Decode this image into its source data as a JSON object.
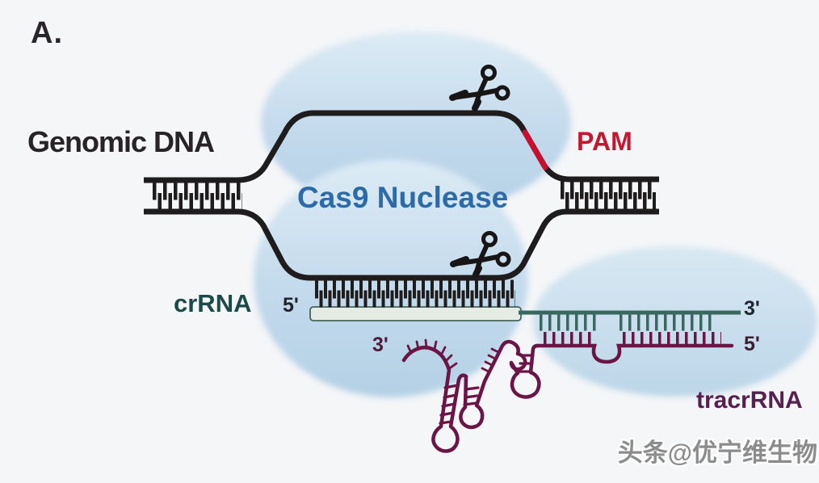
{
  "panel": {
    "label": "A."
  },
  "labels": {
    "genomic_dna": "Genomic DNA",
    "pam": "PAM",
    "cas9_nuclease": "Cas9 Nuclease",
    "crrna": "crRNA",
    "tracrrna": "tracrRNA"
  },
  "strand_ends": {
    "crrna_five_prime": "5'",
    "crrna_three_prime": "3'",
    "tracrrna_three_prime": "3'",
    "tracrrna_five_prime": "5'"
  },
  "watermark": "头条@优宁维生物",
  "icons": {
    "scissors_top": "scissors-icon",
    "scissors_bottom": "scissors-icon"
  },
  "colors": {
    "background": "#f4f6f8",
    "cas9_blob_blue": "#c3daec",
    "dna_black": "#1e1c1c",
    "pam_red": "#c41731",
    "cas9_text_blue": "#2d6ba8",
    "crrna_teal": "#3a675f",
    "crrna_label_teal": "#1c4a4b",
    "crrna_bar_fill": "#e4ece4",
    "tracrrna_maroon": "#6b1546",
    "tracrrna_label_purple": "#562050",
    "watermark_gray": "#8c8c8c"
  }
}
